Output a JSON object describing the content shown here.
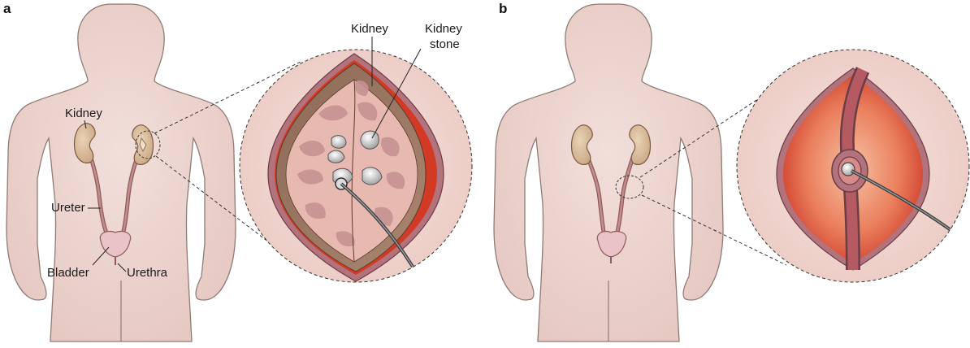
{
  "panels": [
    {
      "letter": "a",
      "labels": {
        "kidney_body": "Kidney",
        "ureter": "Ureter",
        "bladder": "Bladder",
        "urethra": "Urethra",
        "kidney_inset": "Kidney",
        "kidney_stone_line1": "Kidney",
        "kidney_stone_line2": "stone"
      }
    },
    {
      "letter": "b",
      "labels": {}
    }
  ],
  "colors": {
    "skin": "#ecd5cf",
    "skin_outline": "#8f7b76",
    "kidney": "#dcc09f",
    "kidney_outline": "#7a5a46",
    "ureter": "#b27a78",
    "bladder": "#e9c3c8",
    "inset_bg": "#f2d6d0",
    "tissue_wall": "#b2737c",
    "muscle_red": "#d33a25",
    "renal_cortex": "#e8b9b0",
    "pyramid": "#c79393",
    "stone": "#c8c8c8",
    "scope_line": "#3c3c3c"
  },
  "icons": [
    "laser-fiber-scope-icon",
    "kidney-stone-icon"
  ]
}
